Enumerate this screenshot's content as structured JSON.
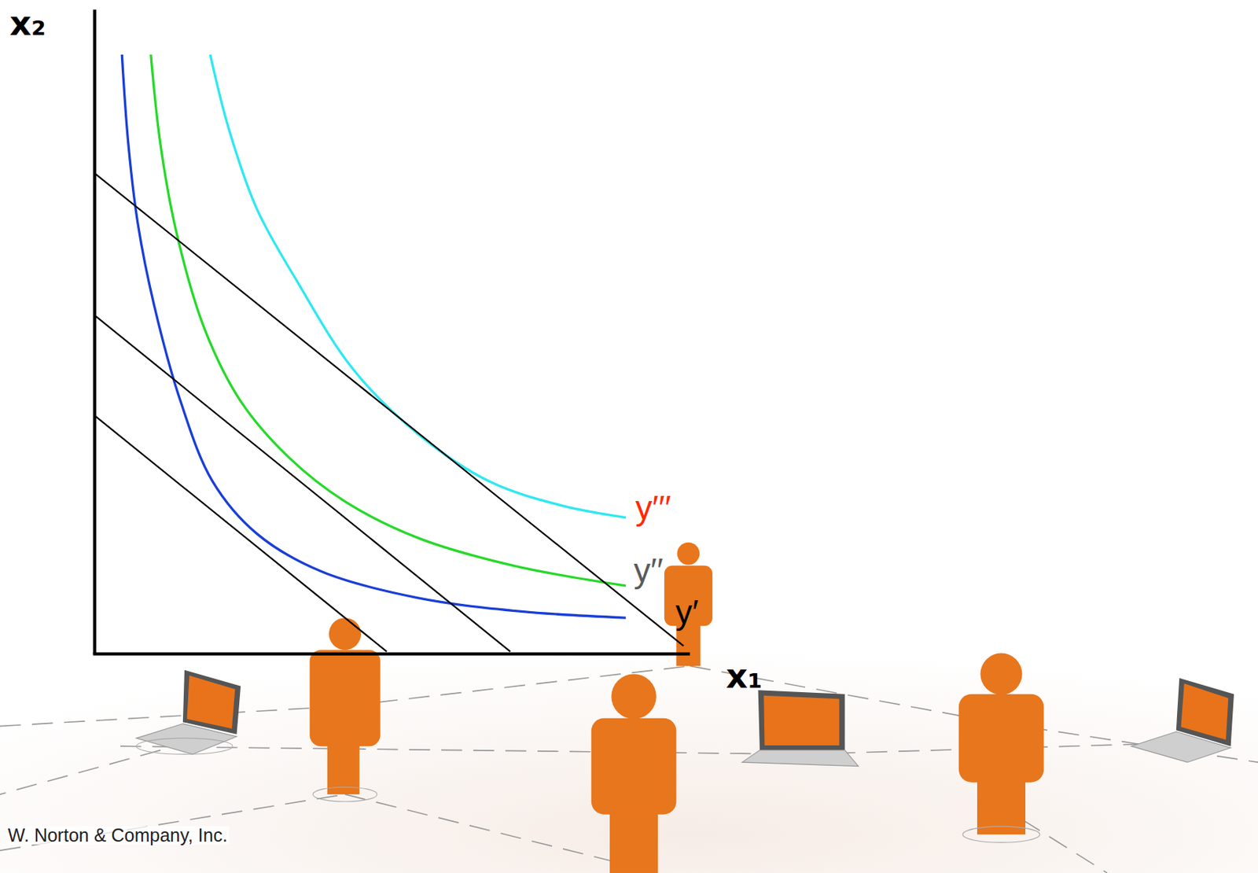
{
  "diagram": {
    "labels": [
      "x₂",
      "x₁",
      "y′′′",
      "y′′",
      "y′",
      "W. Norton & Company, Inc."
    ]
  }
}
